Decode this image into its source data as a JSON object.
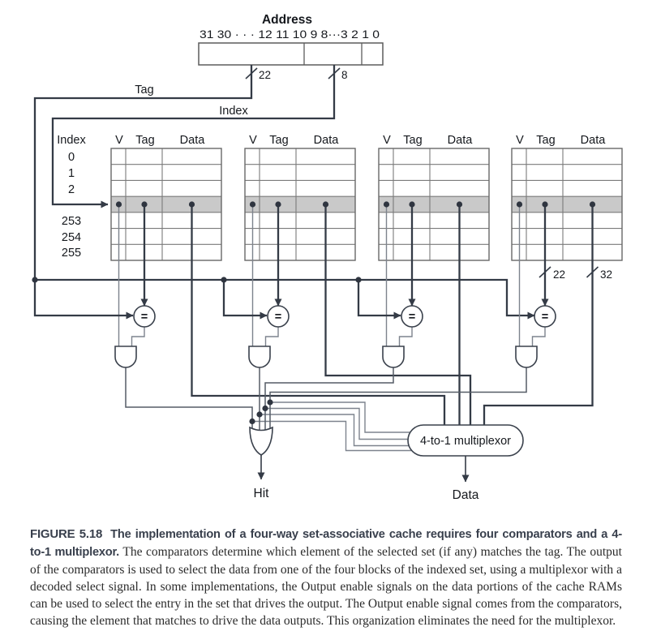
{
  "figure": {
    "address": {
      "title": "Address",
      "bit_labels": "31 30 · · · 12 11 10 9 8···3 2 1 0",
      "tag_label": "Tag",
      "index_label": "Index",
      "tag_width": "22",
      "index_width": "8"
    },
    "banks": {
      "index_header": "Index",
      "columns": [
        "V",
        "Tag",
        "Data"
      ],
      "row_labels": [
        "0",
        "1",
        "2",
        "",
        "253",
        "254",
        "255"
      ],
      "count": 4,
      "comparator_symbol": "=",
      "tag_bus_width": "22",
      "data_bus_width": "32"
    },
    "mux_label": "4-to-1 multiplexor",
    "hit_label": "Hit",
    "data_label": "Data",
    "colors": {
      "wire_dark": "#343b46",
      "wire_gray": "#7d838d",
      "selected_row_fill": "#c9c9c9",
      "grid_line": "#7a7a7a"
    }
  },
  "caption": {
    "tag": "FIGURE 5.18",
    "bold": "The implementation of a four-way set-associative cache requires four comparators and a 4-to-1 multiplexor.",
    "body": "The comparators determine which element of the selected set (if any) matches the tag. The output of the comparators is used to select the data from one of the four blocks of the indexed set, using a multiplexor with a decoded select signal. In some implementations, the Output enable signals on the data portions of the cache RAMs can be used to select the entry in the set that drives the output. The Output enable signal comes from the comparators, causing the element that matches to drive the data outputs. This organization eliminates the need for the multiplexor.",
    "colors": {
      "heading": "#39404d",
      "body": "#2b2b2b"
    }
  }
}
